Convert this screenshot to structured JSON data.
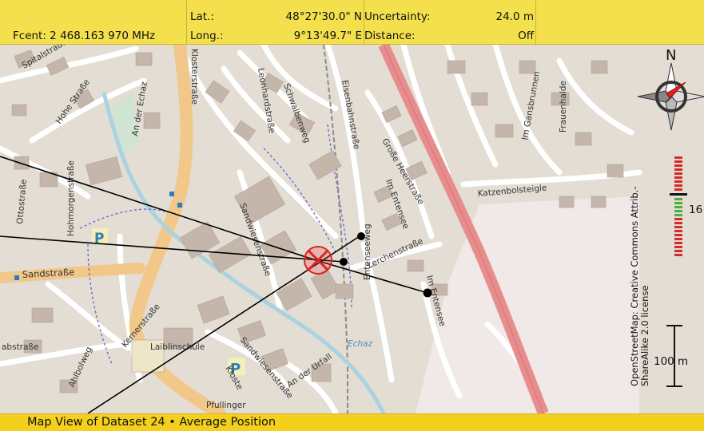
{
  "header": {
    "fcent": "Fcent: 2 468.163 970 MHz",
    "lat_label": "Lat.:",
    "lat_value": "48°27'30.0\" N",
    "long_label": "Long.:",
    "long_value": "9°13'49.7\" E",
    "uncertainty_label": "Uncertainty:",
    "uncertainty_value": "24.0 m",
    "distance_label": "Distance:",
    "distance_value": "Off"
  },
  "map": {
    "attribution_line1": "OpenStreetMap: Creative Commons Attrib.-",
    "attribution_line2": "ShareAlike 2.0 license",
    "scale_label": "100 m",
    "compass_label": "N",
    "level_value": "16",
    "street_labels": [
      "Klosterstraße",
      "Hohe Straße",
      "An der Echaz",
      "Leonhardstraße",
      "Schwalbenweg",
      "Eisenbahnstraße",
      "Große Heerstraße",
      "Im Gansbrunnen",
      "Frauenhalde",
      "Katzenbolsteigle",
      "Ottostraße",
      "Hohmorgenstraße",
      "Sandwiesenstraße",
      "Im Entensee",
      "Lerchenstraße",
      "Entenseeweg",
      "Sandstraße",
      "Kernerstraße",
      "Laiblinschule",
      "Ahlbolweg",
      "Sandwiesenstraße",
      "An der Urfall",
      "Kloste",
      "Pfullinger",
      "Im Entensee",
      "abstraße",
      "Echaz",
      "Spitalstraße"
    ],
    "parking_label": "P"
  },
  "status": {
    "text": "Map View of Dataset 24 • Average Position"
  }
}
